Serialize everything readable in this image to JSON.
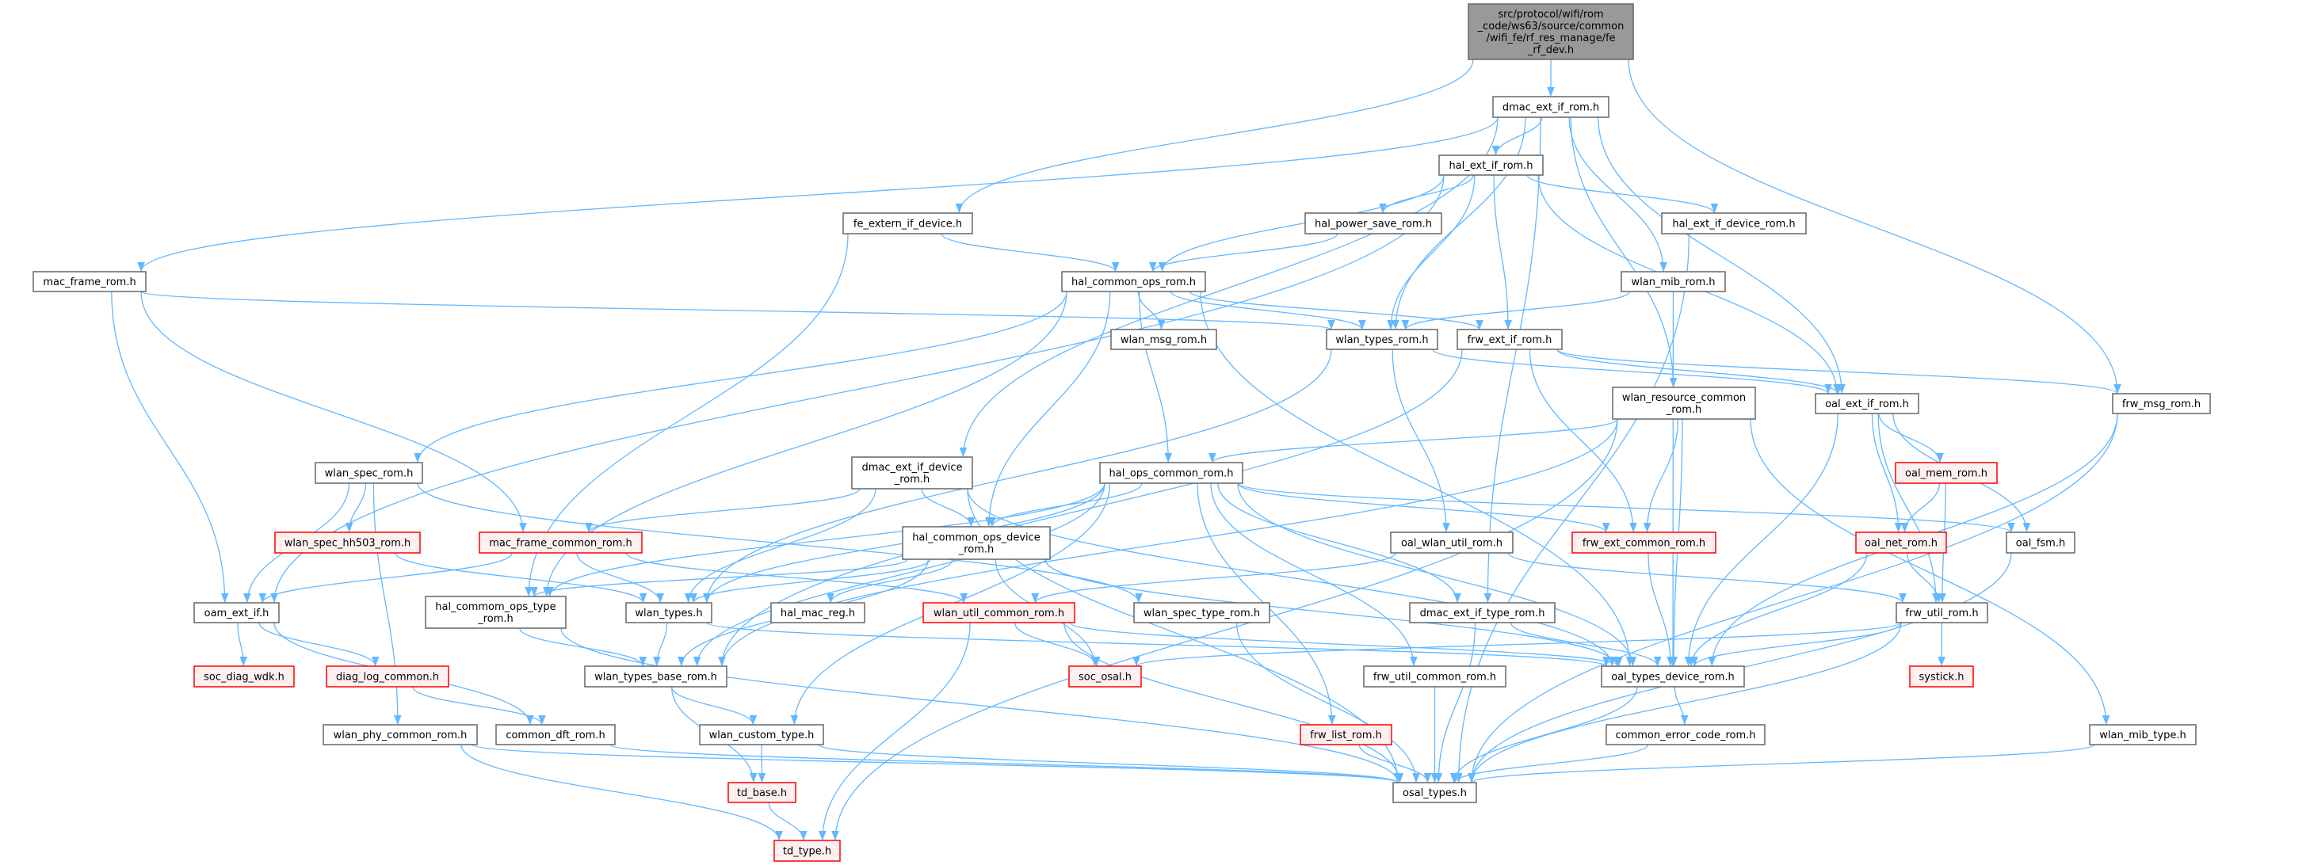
{
  "graph": {
    "title": "include dependency graph",
    "colors": {
      "edge": "#63b8ff",
      "root_fill": "#999999",
      "node_border": "#666666",
      "missing_border": "#ff0000",
      "missing_fill": "#fff0f0"
    },
    "nodes": [
      {
        "id": "root",
        "lines": [
          "src/protocol/wifi/rom",
          "_code/ws63/source/common",
          "/wifi_fe/rf_res_manage/fe",
          "_rf_dev.h"
        ],
        "style": "root"
      },
      {
        "id": "dmac_ext_if_rom",
        "lines": [
          "dmac_ext_if_rom.h"
        ],
        "style": "normal"
      },
      {
        "id": "hal_ext_if_rom",
        "lines": [
          "hal_ext_if_rom.h"
        ],
        "style": "normal"
      },
      {
        "id": "fe_extern_if_device",
        "lines": [
          "fe_extern_if_device.h"
        ],
        "style": "normal"
      },
      {
        "id": "hal_power_save_rom",
        "lines": [
          "hal_power_save_rom.h"
        ],
        "style": "normal"
      },
      {
        "id": "hal_ext_if_device_rom",
        "lines": [
          "hal_ext_if_device_rom.h"
        ],
        "style": "normal"
      },
      {
        "id": "mac_frame_rom",
        "lines": [
          "mac_frame_rom.h"
        ],
        "style": "normal"
      },
      {
        "id": "hal_common_ops_rom",
        "lines": [
          "hal_common_ops_rom.h"
        ],
        "style": "normal"
      },
      {
        "id": "wlan_mib_rom",
        "lines": [
          "wlan_mib_rom.h"
        ],
        "style": "normal"
      },
      {
        "id": "wlan_msg_rom",
        "lines": [
          "wlan_msg_rom.h"
        ],
        "style": "normal"
      },
      {
        "id": "wlan_types_rom",
        "lines": [
          "wlan_types_rom.h"
        ],
        "style": "normal"
      },
      {
        "id": "frw_ext_if_rom",
        "lines": [
          "frw_ext_if_rom.h"
        ],
        "style": "normal"
      },
      {
        "id": "wlan_resource_common_rom",
        "lines": [
          "wlan_resource_common",
          "_rom.h"
        ],
        "style": "normal"
      },
      {
        "id": "oal_ext_if_rom",
        "lines": [
          "oal_ext_if_rom.h"
        ],
        "style": "normal"
      },
      {
        "id": "frw_msg_rom",
        "lines": [
          "frw_msg_rom.h"
        ],
        "style": "normal"
      },
      {
        "id": "wlan_spec_rom",
        "lines": [
          "wlan_spec_rom.h"
        ],
        "style": "normal"
      },
      {
        "id": "dmac_ext_if_device_rom",
        "lines": [
          "dmac_ext_if_device",
          "_rom.h"
        ],
        "style": "normal"
      },
      {
        "id": "hal_ops_common_rom",
        "lines": [
          "hal_ops_common_rom.h"
        ],
        "style": "normal"
      },
      {
        "id": "oal_mem_rom",
        "lines": [
          "oal_mem_rom.h"
        ],
        "style": "red"
      },
      {
        "id": "wlan_spec_hh503_rom",
        "lines": [
          "wlan_spec_hh503_rom.h"
        ],
        "style": "red"
      },
      {
        "id": "mac_frame_common_rom",
        "lines": [
          "mac_frame_common_rom.h"
        ],
        "style": "red"
      },
      {
        "id": "hal_common_ops_device_rom",
        "lines": [
          "hal_common_ops_device",
          "_rom.h"
        ],
        "style": "normal"
      },
      {
        "id": "oal_wlan_util_rom",
        "lines": [
          "oal_wlan_util_rom.h"
        ],
        "style": "normal"
      },
      {
        "id": "frw_ext_common_rom",
        "lines": [
          "frw_ext_common_rom.h"
        ],
        "style": "red"
      },
      {
        "id": "oal_net_rom",
        "lines": [
          "oal_net_rom.h"
        ],
        "style": "red"
      },
      {
        "id": "oal_fsm",
        "lines": [
          "oal_fsm.h"
        ],
        "style": "normal"
      },
      {
        "id": "oam_ext_if",
        "lines": [
          "oam_ext_if.h"
        ],
        "style": "normal"
      },
      {
        "id": "hal_commom_ops_type_rom",
        "lines": [
          "hal_commom_ops_type",
          "_rom.h"
        ],
        "style": "normal"
      },
      {
        "id": "wlan_types",
        "lines": [
          "wlan_types.h"
        ],
        "style": "normal"
      },
      {
        "id": "hal_mac_reg",
        "lines": [
          "hal_mac_reg.h"
        ],
        "style": "normal"
      },
      {
        "id": "wlan_util_common_rom",
        "lines": [
          "wlan_util_common_rom.h"
        ],
        "style": "red"
      },
      {
        "id": "wlan_spec_type_rom",
        "lines": [
          "wlan_spec_type_rom.h"
        ],
        "style": "normal"
      },
      {
        "id": "dmac_ext_if_type_rom",
        "lines": [
          "dmac_ext_if_type_rom.h"
        ],
        "style": "normal"
      },
      {
        "id": "frw_util_rom",
        "lines": [
          "frw_util_rom.h"
        ],
        "style": "normal"
      },
      {
        "id": "soc_diag_wdk",
        "lines": [
          "soc_diag_wdk.h"
        ],
        "style": "red"
      },
      {
        "id": "diag_log_common",
        "lines": [
          "diag_log_common.h"
        ],
        "style": "red"
      },
      {
        "id": "wlan_types_base_rom",
        "lines": [
          "wlan_types_base_rom.h"
        ],
        "style": "normal"
      },
      {
        "id": "soc_osal",
        "lines": [
          "soc_osal.h"
        ],
        "style": "red"
      },
      {
        "id": "frw_util_common_rom",
        "lines": [
          "frw_util_common_rom.h"
        ],
        "style": "normal"
      },
      {
        "id": "oal_types_device_rom",
        "lines": [
          "oal_types_device_rom.h"
        ],
        "style": "normal"
      },
      {
        "id": "systick",
        "lines": [
          "systick.h"
        ],
        "style": "red"
      },
      {
        "id": "wlan_phy_common_rom",
        "lines": [
          "wlan_phy_common_rom.h"
        ],
        "style": "normal"
      },
      {
        "id": "common_dft_rom",
        "lines": [
          "common_dft_rom.h"
        ],
        "style": "normal"
      },
      {
        "id": "wlan_custom_type",
        "lines": [
          "wlan_custom_type.h"
        ],
        "style": "normal"
      },
      {
        "id": "frw_list_rom",
        "lines": [
          "frw_list_rom.h"
        ],
        "style": "red"
      },
      {
        "id": "common_error_code_rom",
        "lines": [
          "common_error_code_rom.h"
        ],
        "style": "normal"
      },
      {
        "id": "wlan_mib_type",
        "lines": [
          "wlan_mib_type.h"
        ],
        "style": "normal"
      },
      {
        "id": "osal_types",
        "lines": [
          "osal_types.h"
        ],
        "style": "normal"
      },
      {
        "id": "td_base",
        "lines": [
          "td_base.h"
        ],
        "style": "red"
      },
      {
        "id": "td_type",
        "lines": [
          "td_type.h"
        ],
        "style": "red"
      }
    ],
    "edges": [
      [
        "root",
        "dmac_ext_if_rom"
      ],
      [
        "root",
        "fe_extern_if_device"
      ],
      [
        "root",
        "frw_msg_rom"
      ],
      [
        "dmac_ext_if_rom",
        "hal_ext_if_rom"
      ],
      [
        "dmac_ext_if_rom",
        "mac_frame_rom"
      ],
      [
        "dmac_ext_if_rom",
        "dmac_ext_if_device_rom"
      ],
      [
        "dmac_ext_if_rom",
        "wlan_types_rom"
      ],
      [
        "dmac_ext_if_rom",
        "dmac_ext_if_type_rom"
      ],
      [
        "dmac_ext_if_rom",
        "wlan_mib_rom"
      ],
      [
        "dmac_ext_if_rom",
        "wlan_resource_common_rom"
      ],
      [
        "dmac_ext_if_rom",
        "oal_ext_if_rom"
      ],
      [
        "hal_ext_if_rom",
        "oam_ext_if"
      ],
      [
        "hal_ext_if_rom",
        "hal_power_save_rom"
      ],
      [
        "hal_ext_if_rom",
        "hal_ext_if_device_rom"
      ],
      [
        "hal_ext_if_rom",
        "hal_common_ops_rom"
      ],
      [
        "hal_ext_if_rom",
        "wlan_types_rom"
      ],
      [
        "hal_ext_if_rom",
        "frw_ext_if_rom"
      ],
      [
        "hal_ext_if_rom",
        "oal_ext_if_rom"
      ],
      [
        "fe_extern_if_device",
        "hal_common_ops_rom"
      ],
      [
        "fe_extern_if_device",
        "hal_commom_ops_type_rom"
      ],
      [
        "hal_power_save_rom",
        "hal_common_ops_rom"
      ],
      [
        "hal_ext_if_device_rom",
        "osal_types"
      ],
      [
        "mac_frame_rom",
        "wlan_types_rom"
      ],
      [
        "mac_frame_rom",
        "oam_ext_if"
      ],
      [
        "mac_frame_rom",
        "mac_frame_common_rom"
      ],
      [
        "hal_common_ops_rom",
        "wlan_msg_rom"
      ],
      [
        "hal_common_ops_rom",
        "wlan_types_rom"
      ],
      [
        "hal_common_ops_rom",
        "frw_ext_if_rom"
      ],
      [
        "hal_common_ops_rom",
        "hal_ops_common_rom"
      ],
      [
        "hal_common_ops_rom",
        "hal_common_ops_device_rom"
      ],
      [
        "hal_common_ops_rom",
        "wlan_spec_rom"
      ],
      [
        "hal_common_ops_rom",
        "hal_commom_ops_type_rom"
      ],
      [
        "hal_common_ops_rom",
        "oal_types_device_rom"
      ],
      [
        "wlan_mib_rom",
        "wlan_types_rom"
      ],
      [
        "wlan_mib_rom",
        "oal_types_device_rom"
      ],
      [
        "wlan_types_rom",
        "oal_ext_if_rom"
      ],
      [
        "wlan_types_rom",
        "oal_wlan_util_rom"
      ],
      [
        "wlan_types_rom",
        "wlan_types"
      ],
      [
        "frw_ext_if_rom",
        "oal_ext_if_rom"
      ],
      [
        "frw_ext_if_rom",
        "frw_msg_rom"
      ],
      [
        "frw_ext_if_rom",
        "frw_ext_common_rom"
      ],
      [
        "frw_ext_if_rom",
        "wlan_types_base_rom"
      ],
      [
        "wlan_resource_common_rom",
        "hal_ops_common_rom"
      ],
      [
        "wlan_resource_common_rom",
        "frw_ext_common_rom"
      ],
      [
        "wlan_resource_common_rom",
        "oal_types_device_rom"
      ],
      [
        "wlan_resource_common_rom",
        "wlan_mib_type"
      ],
      [
        "wlan_resource_common_rom",
        "td_type"
      ],
      [
        "wlan_resource_common_rom",
        "wlan_types_base_rom"
      ],
      [
        "oal_ext_if_rom",
        "oal_mem_rom"
      ],
      [
        "oal_ext_if_rom",
        "oal_net_rom"
      ],
      [
        "oal_ext_if_rom",
        "oal_fsm"
      ],
      [
        "oal_ext_if_rom",
        "frw_util_rom"
      ],
      [
        "oal_ext_if_rom",
        "oal_types_device_rom"
      ],
      [
        "frw_msg_rom",
        "oal_types_device_rom"
      ],
      [
        "frw_msg_rom",
        "osal_types"
      ],
      [
        "wlan_spec_rom",
        "wlan_spec_hh503_rom"
      ],
      [
        "wlan_spec_rom",
        "oam_ext_if"
      ],
      [
        "wlan_spec_rom",
        "wlan_spec_type_rom"
      ],
      [
        "wlan_spec_rom",
        "wlan_phy_common_rom"
      ],
      [
        "dmac_ext_if_device_rom",
        "mac_frame_common_rom"
      ],
      [
        "dmac_ext_if_device_rom",
        "hal_common_ops_device_rom"
      ],
      [
        "dmac_ext_if_device_rom",
        "wlan_types"
      ],
      [
        "dmac_ext_if_device_rom",
        "oal_types_device_rom"
      ],
      [
        "dmac_ext_if_device_rom",
        "osal_types"
      ],
      [
        "hal_ops_common_rom",
        "hal_common_ops_device_rom"
      ],
      [
        "hal_ops_common_rom",
        "wlan_types"
      ],
      [
        "hal_ops_common_rom",
        "hal_commom_ops_type_rom"
      ],
      [
        "hal_ops_common_rom",
        "frw_ext_common_rom"
      ],
      [
        "hal_ops_common_rom",
        "oal_fsm"
      ],
      [
        "hal_ops_common_rom",
        "wlan_custom_type"
      ],
      [
        "hal_ops_common_rom",
        "frw_list_rom"
      ],
      [
        "hal_ops_common_rom",
        "frw_util_common_rom"
      ],
      [
        "hal_ops_common_rom",
        "dmac_ext_if_type_rom"
      ],
      [
        "hal_ops_common_rom",
        "oal_types_device_rom"
      ],
      [
        "hal_ops_common_rom",
        "wlan_types_base_rom"
      ],
      [
        "oal_mem_rom",
        "oal_net_rom"
      ],
      [
        "oal_mem_rom",
        "frw_util_rom"
      ],
      [
        "wlan_spec_hh503_rom",
        "wlan_types"
      ],
      [
        "mac_frame_common_rom",
        "oam_ext_if"
      ],
      [
        "mac_frame_common_rom",
        "wlan_types"
      ],
      [
        "mac_frame_common_rom",
        "wlan_util_common_rom"
      ],
      [
        "hal_common_ops_device_rom",
        "hal_mac_reg"
      ],
      [
        "hal_common_ops_device_rom",
        "wlan_types"
      ],
      [
        "hal_common_ops_device_rom",
        "soc_osal"
      ],
      [
        "hal_common_ops_device_rom",
        "hal_commom_ops_type_rom"
      ],
      [
        "hal_common_ops_device_rom",
        "wlan_types_base_rom"
      ],
      [
        "hal_common_ops_device_rom",
        "oal_types_device_rom"
      ],
      [
        "oal_wlan_util_rom",
        "frw_util_rom"
      ],
      [
        "oal_wlan_util_rom",
        "wlan_util_common_rom"
      ],
      [
        "frw_ext_common_rom",
        "oal_types_device_rom"
      ],
      [
        "oal_net_rom",
        "frw_util_rom"
      ],
      [
        "oal_net_rom",
        "oal_types_device_rom"
      ],
      [
        "oal_fsm",
        "osal_types"
      ],
      [
        "oam_ext_if",
        "soc_diag_wdk"
      ],
      [
        "oam_ext_if",
        "diag_log_common"
      ],
      [
        "oam_ext_if",
        "common_dft_rom"
      ],
      [
        "hal_commom_ops_type_rom",
        "wlan_types_base_rom"
      ],
      [
        "hal_commom_ops_type_rom",
        "osal_types"
      ],
      [
        "wlan_types",
        "wlan_types_base_rom"
      ],
      [
        "wlan_types",
        "oal_types_device_rom"
      ],
      [
        "wlan_util_common_rom",
        "soc_osal"
      ],
      [
        "wlan_util_common_rom",
        "td_type"
      ],
      [
        "wlan_util_common_rom",
        "osal_types"
      ],
      [
        "wlan_util_common_rom",
        "oal_types_device_rom"
      ],
      [
        "wlan_spec_type_rom",
        "osal_types"
      ],
      [
        "dmac_ext_if_type_rom",
        "oal_types_device_rom"
      ],
      [
        "dmac_ext_if_type_rom",
        "osal_types"
      ],
      [
        "frw_util_rom",
        "oal_types_device_rom"
      ],
      [
        "frw_util_rom",
        "soc_osal"
      ],
      [
        "frw_util_rom",
        "systick"
      ],
      [
        "frw_util_rom",
        "osal_types"
      ],
      [
        "diag_log_common",
        "common_dft_rom"
      ],
      [
        "wlan_types_base_rom",
        "wlan_custom_type"
      ],
      [
        "wlan_types_base_rom",
        "td_base"
      ],
      [
        "oal_types_device_rom",
        "common_error_code_rom"
      ],
      [
        "oal_types_device_rom",
        "osal_types"
      ],
      [
        "common_dft_rom",
        "osal_types"
      ],
      [
        "frw_util_common_rom",
        "osal_types"
      ],
      [
        "wlan_custom_type",
        "td_base"
      ],
      [
        "wlan_custom_type",
        "osal_types"
      ],
      [
        "common_error_code_rom",
        "osal_types"
      ],
      [
        "wlan_phy_common_rom",
        "osal_types"
      ],
      [
        "wlan_phy_common_rom",
        "td_type"
      ],
      [
        "frw_list_rom",
        "osal_types"
      ],
      [
        "wlan_mib_type",
        "osal_types"
      ],
      [
        "td_base",
        "td_type"
      ]
    ]
  }
}
